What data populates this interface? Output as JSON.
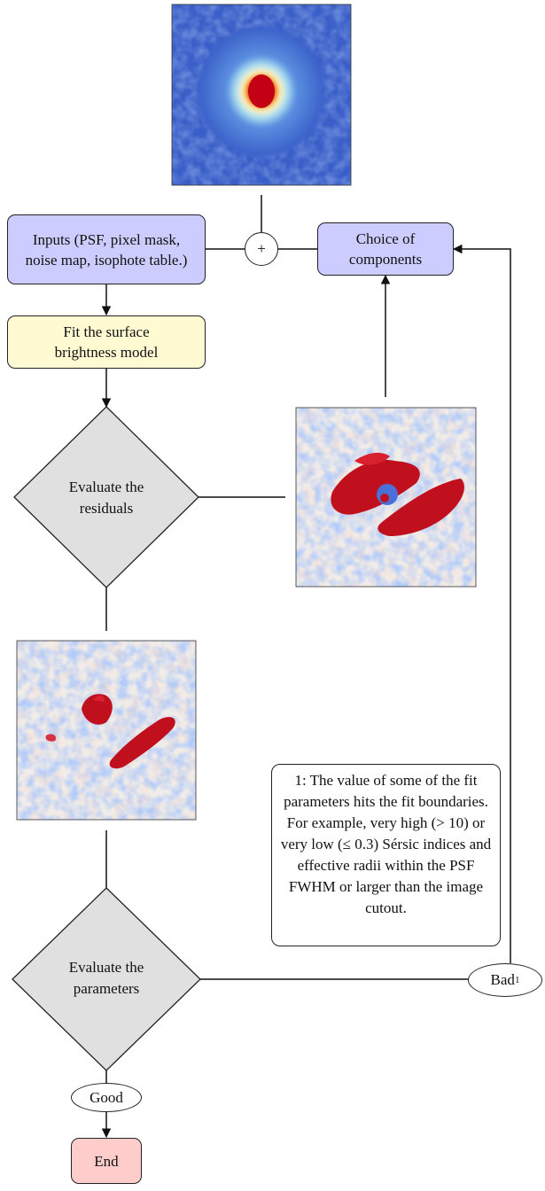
{
  "nodes": {
    "inputs": "Inputs (PSF, pixel mask, noise map, isophote table.)",
    "choice": "Choice of components",
    "fit": "Fit the surface brightness model",
    "eval_residuals": "Evaluate the residuals",
    "eval_parameters": "Evaluate the parameters",
    "good": "Good",
    "bad": "Bad",
    "bad_sup": "1",
    "end": "End",
    "plus": "+"
  },
  "note": {
    "text": "1: The value of some of the fit parameters hits the fit boundaries. For example, very high (> 10) or very low (≤ 0.3) Sérsic indices and effective radii within the PSF FWHM or larger than the image cutout."
  },
  "colors": {
    "blue_box": "#ccccff",
    "yellow_box": "#fffad2",
    "red_box": "#ffcccc",
    "diamond": "#e0e0e0",
    "galaxy_background": "#3a5fc8",
    "residual_background": "#f1ece8"
  }
}
